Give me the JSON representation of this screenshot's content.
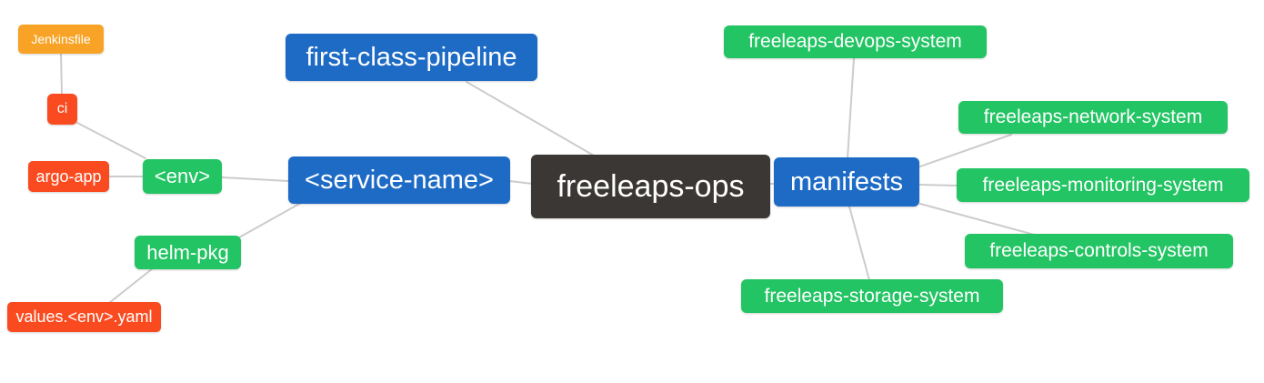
{
  "palette": {
    "root_dark": "#3b3734",
    "branch_blue": "#1e6bc6",
    "leaf_green": "#22c463",
    "leaf_amber": "#f8a325",
    "leaf_orange": "#fa4b20",
    "edge_gray": "#cccccc",
    "text_white": "#ffffff"
  },
  "nodes": {
    "root": {
      "label": "freeleaps-ops"
    },
    "first_class_pipeline": {
      "label": "first-class-pipeline"
    },
    "service_name": {
      "label": "<service-name>"
    },
    "env": {
      "label": "<env>"
    },
    "argo_app": {
      "label": "argo-app"
    },
    "ci": {
      "label": "ci"
    },
    "jenkinsfile": {
      "label": "Jenkinsfile"
    },
    "helm_pkg": {
      "label": "helm-pkg"
    },
    "values_env_yaml": {
      "label": "values.<env>.yaml"
    },
    "manifests": {
      "label": "manifests"
    },
    "devops_system": {
      "label": "freeleaps-devops-system"
    },
    "network_system": {
      "label": "freeleaps-network-system"
    },
    "monitoring_system": {
      "label": "freeleaps-monitoring-system"
    },
    "controls_system": {
      "label": "freeleaps-controls-system"
    },
    "storage_system": {
      "label": "freeleaps-storage-system"
    }
  },
  "edges": [
    [
      "jenkinsfile",
      "ci"
    ],
    [
      "ci",
      "env"
    ],
    [
      "argo_app",
      "env"
    ],
    [
      "env",
      "service_name"
    ],
    [
      "service_name",
      "helm_pkg"
    ],
    [
      "helm_pkg",
      "values_env_yaml"
    ],
    [
      "first_class_pipeline",
      "root"
    ],
    [
      "service_name",
      "root"
    ],
    [
      "root",
      "manifests"
    ],
    [
      "manifests",
      "devops_system"
    ],
    [
      "manifests",
      "network_system"
    ],
    [
      "manifests",
      "monitoring_system"
    ],
    [
      "manifests",
      "controls_system"
    ],
    [
      "manifests",
      "storage_system"
    ]
  ]
}
